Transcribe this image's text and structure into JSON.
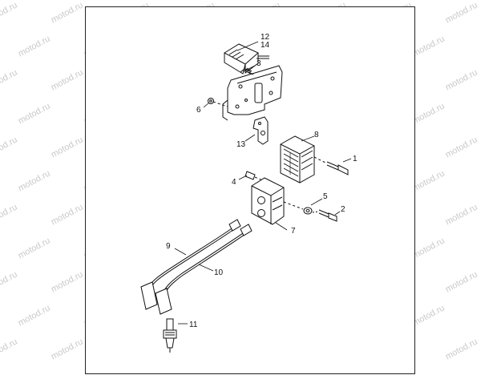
{
  "watermark": "motod.ru",
  "callouts": {
    "c1": "1",
    "c2": "2",
    "c3": "3",
    "c4": "4",
    "c5": "5",
    "c6": "6",
    "c7": "7",
    "c8": "8",
    "c9": "9",
    "c10": "10",
    "c11": "11",
    "c12": "12",
    "c13": "13",
    "c14": "14"
  }
}
